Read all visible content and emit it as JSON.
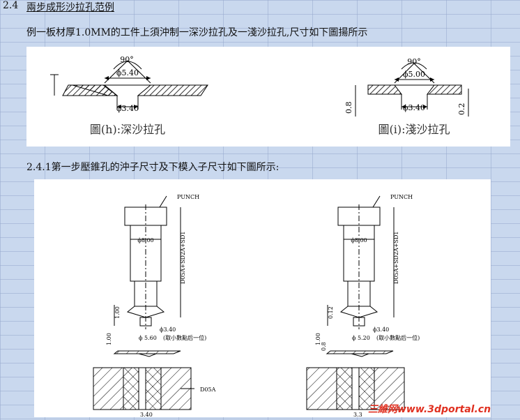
{
  "section": {
    "number": "2.4",
    "title": "兩步成形沙拉孔范例"
  },
  "example_desc": "例一板材厚1.0MM的工件上須沖制一深沙拉孔及一淺沙拉孔,尺寸如下圖揚所示",
  "figure1": {
    "left": {
      "angle": "90°",
      "top_dim": "ϕ5.40",
      "bottom_dim": "ϕ3.40",
      "caption": "圖(h):深沙拉孔"
    },
    "right": {
      "angle": "90°",
      "top_dim": "ϕ5.00",
      "bottom_dim": "ϕ3.40",
      "left_thk": "0.8",
      "right_thk": "0.2",
      "caption": "圖(i):淺沙拉孔"
    }
  },
  "sub_heading": "2.4.1第一步壓錐孔的沖子尺寸及下模入子尺寸如下圖所示:",
  "figure2": {
    "left": {
      "punch": "PUNCH",
      "body_dia": "ϕ8.00",
      "length": "D05A+SD2A+SD1",
      "tip_dia": "ϕ3.40",
      "tip_note": "(取小數點后一位)",
      "cone_dia": "ϕ 5.60",
      "side_dim": "1.00",
      "plate_dim": "1.00",
      "die": "D05A",
      "hole_dim": "3.40"
    },
    "right": {
      "punch": "PUNCH",
      "body_dia": "ϕ8.00",
      "length": "D05A+SD2A+SD1",
      "tip_dia": "ϕ3.40",
      "tip_note": "(取小數點后一位)",
      "cone_dia": "ϕ 5.20",
      "side_dim": "0.12",
      "plate_dim": "1.00",
      "plate_dim2": "0.8",
      "hole_dim": "3.3"
    }
  },
  "watermark": {
    "site": "三維网www.3dportal.cn"
  },
  "colors": {
    "background": "#c9d8ee",
    "panel": "#ffffff",
    "watermark": "#e03020"
  }
}
